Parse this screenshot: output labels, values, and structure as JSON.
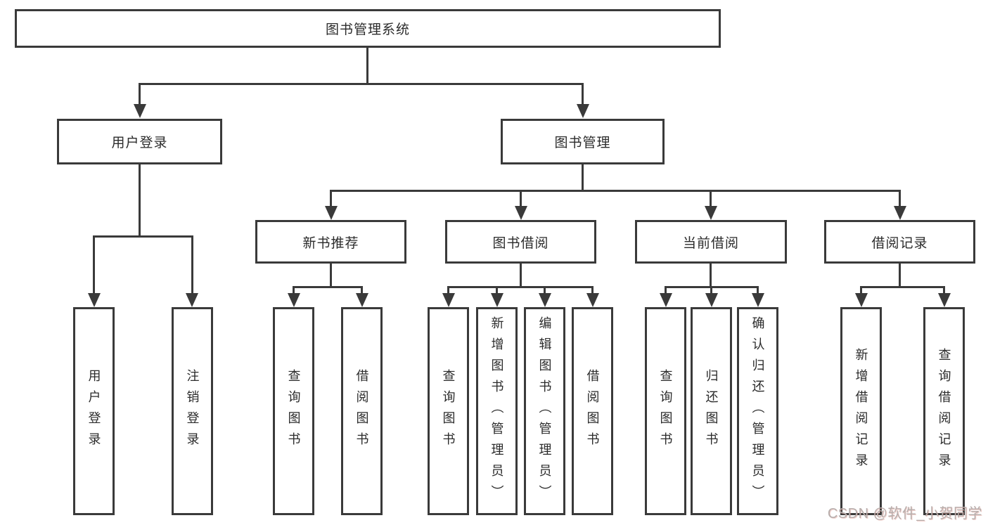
{
  "diagram": {
    "root": {
      "label": "图书管理系统"
    },
    "level2": [
      {
        "label": "用户登录"
      },
      {
        "label": "图书管理"
      }
    ],
    "level3": [
      {
        "label": "新书推荐"
      },
      {
        "label": "图书借阅"
      },
      {
        "label": "当前借阅"
      },
      {
        "label": "借阅记录"
      }
    ],
    "leaves": {
      "user": [
        {
          "label": "用户登录"
        },
        {
          "label": "注销登录"
        }
      ],
      "recommend": [
        {
          "label": "查询图书"
        },
        {
          "label": "借阅图书"
        }
      ],
      "borrow": [
        {
          "label": "查询图书"
        },
        {
          "label": "新增图书（管理员）"
        },
        {
          "label": "编辑图书（管理员）"
        },
        {
          "label": "借阅图书"
        }
      ],
      "current": [
        {
          "label": "查询图书"
        },
        {
          "label": "归还图书"
        },
        {
          "label": "确认归还（管理员）"
        }
      ],
      "record": [
        {
          "label": "新增借阅记录"
        },
        {
          "label": "查询借阅记录"
        }
      ]
    },
    "watermark": "CSDN @软件_小贺同学",
    "colors": {
      "line": "#3a3a3a",
      "text": "#2b2b2b",
      "watermark": "#b7aeac"
    }
  }
}
